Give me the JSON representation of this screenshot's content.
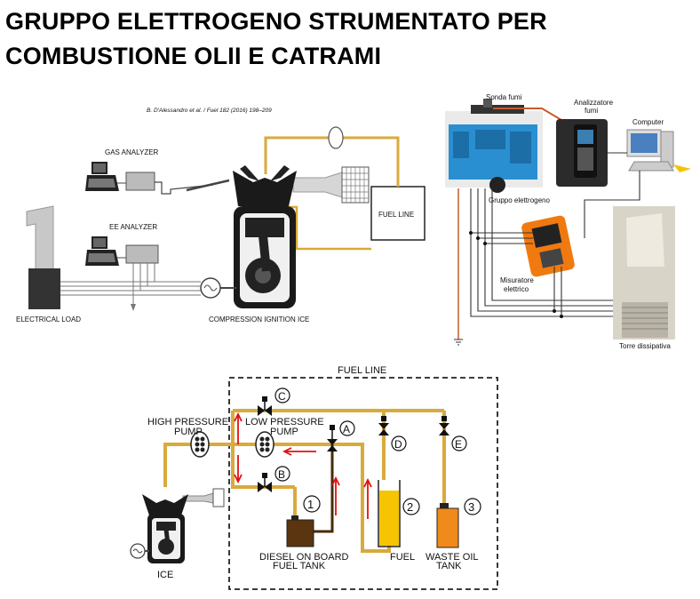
{
  "title": {
    "line1": "GRUPPO ELETTROGENO STRUMENTATO PER",
    "line2": "COMBUSTIONE OLII E CATRAMI"
  },
  "top_left_diagram": {
    "citation": "B. D'Alessandro et al. / Fuel 182 (2016) 198–209",
    "gas_analyzer": "GAS ANALYZER",
    "ee_analyzer": "EE ANALYZER",
    "fuel_line": "FUEL LINE",
    "electrical_load": "ELECTRICAL LOAD",
    "engine": "COMPRESSION IGNITION ICE"
  },
  "top_right_photo": {
    "sonda_fumi": "Sonda fumi",
    "analizzatore_fumi_1": "Analizzatore",
    "analizzatore_fumi_2": "fumi",
    "computer": "Computer",
    "gruppo_elettrogeno": "Gruppo elettrogeno",
    "misuratore_1": "Misuratore",
    "misuratore_2": "elettrico",
    "torre": "Torre dissipativa"
  },
  "bottom_diagram": {
    "fuel_line": "FUEL LINE",
    "high_pressure_pump_1": "HIGH PRESSURE",
    "high_pressure_pump_2": "PUMP",
    "low_pressure_pump_1": "LOW PRESSURE",
    "low_pressure_pump_2": "PUMP",
    "valve_a": "A",
    "valve_b": "B",
    "valve_c": "C",
    "valve_d": "D",
    "valve_e": "E",
    "tank_1_num": "1",
    "tank_2_num": "2",
    "tank_3_num": "3",
    "tank_1_label_1": "DIESEL ON BOARD",
    "tank_1_label_2": "FUEL TANK",
    "tank_2_label": "FUEL",
    "tank_3_label_1": "WASTE OIL",
    "tank_3_label_2": "TANK",
    "ice": "ICE"
  },
  "colors": {
    "fuel_pipe": "#d9aa3c",
    "wire": "#7a7a7a",
    "red_arrow": "#e01010",
    "diesel_tank": "#5a3510",
    "fuel_tank": "#f6c400",
    "waste_oil_tank": "#f08a1a",
    "generator_blue": "#2a8fd0"
  }
}
